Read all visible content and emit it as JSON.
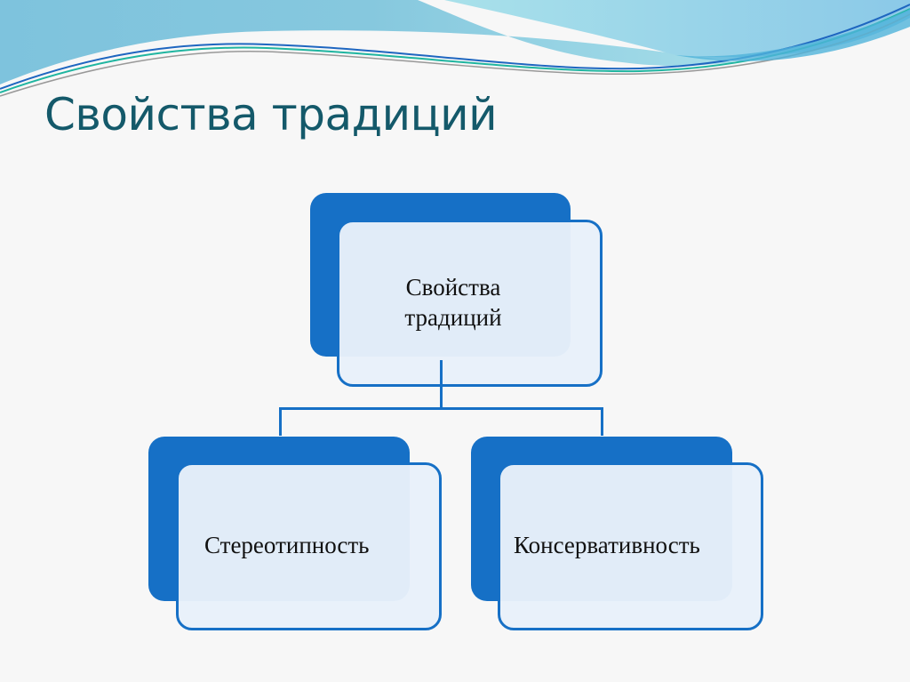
{
  "slide": {
    "title": "Свойства традиций"
  },
  "diagram": {
    "root": {
      "line1": "Свойства",
      "line2": "традиций"
    },
    "children": [
      {
        "label": "Стереотипность"
      },
      {
        "label": "Консервативность"
      }
    ]
  },
  "colors": {
    "accent": "#1670c6",
    "box_fill": "#e8f1fa",
    "title": "#14596a"
  }
}
